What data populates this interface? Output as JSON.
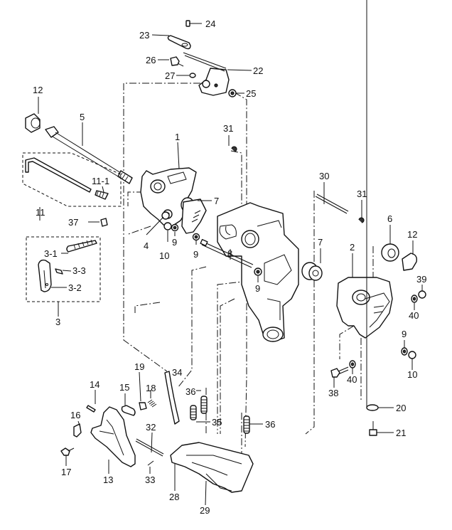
{
  "diagram": {
    "type": "exploded-parts-diagram",
    "subject": "clamp bracket assembly",
    "line_color": "#111111",
    "background_color": "#ffffff",
    "callouts": {
      "p1": "1",
      "p2": "2",
      "p3": "3",
      "p3_1": "3-1",
      "p3_2": "3-2",
      "p3_3": "3-3",
      "p4": "4",
      "p5": "5",
      "p6": "6",
      "p7a": "7",
      "p7b": "7",
      "p8": "8",
      "p9a": "9",
      "p9b": "9",
      "p9c": "9",
      "p9d": "9",
      "p10a": "10",
      "p10b": "10",
      "p11": "11",
      "p11_1": "11-1",
      "p12a": "12",
      "p12b": "12",
      "p13": "13",
      "p14": "14",
      "p15": "15",
      "p16": "16",
      "p17": "17",
      "p18": "18",
      "p19": "19",
      "p20": "20",
      "p21": "21",
      "p22": "22",
      "p23": "23",
      "p24": "24",
      "p25": "25",
      "p26": "26",
      "p27": "27",
      "p28": "28",
      "p29": "29",
      "p30": "30",
      "p31a": "31",
      "p31b": "31",
      "p32": "32",
      "p33": "33",
      "p34": "34",
      "p35": "35",
      "p36a": "36",
      "p36b": "36",
      "p37": "37",
      "p38": "38",
      "p39": "39",
      "p40a": "40",
      "p40b": "40"
    },
    "groups": [
      {
        "id": "3",
        "members": [
          "3-1",
          "3-2",
          "3-3"
        ]
      },
      {
        "id": "11",
        "members": [
          "11-1"
        ]
      }
    ]
  }
}
